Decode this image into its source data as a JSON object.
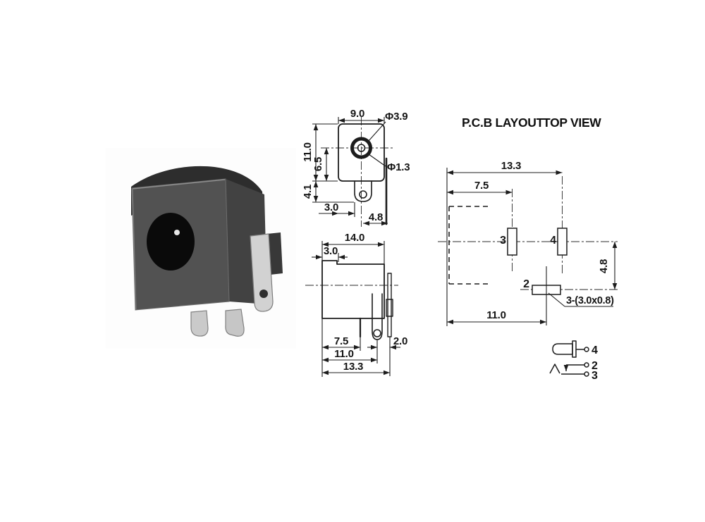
{
  "drawing": {
    "front_view": {
      "width": "9.0",
      "barrel_dia": "Φ3.9",
      "height": "11.0",
      "center_height": "6.5",
      "pin_length": "4.1",
      "pin_dia": "Φ1.3",
      "pin_offset": "3.0",
      "flange_offset": "4.8"
    },
    "side_view": {
      "depth": "14.0",
      "flange_depth": "3.0",
      "pin1_offset": "7.5",
      "pin_gap": "2.0",
      "pin2_offset": "11.0",
      "pin3_offset": "13.3"
    },
    "pcb_layout": {
      "title": "P.C.B LAYOUT",
      "subtitle": "TOP VIEW",
      "pad4_span": "13.3",
      "pad3_span": "7.5",
      "pad2_drop": "4.8",
      "pad2_span": "11.0",
      "pad_note": "3-(3.0x0.8)",
      "pad2_label": "2",
      "pad3_label": "3",
      "pad4_label": "4"
    },
    "schematic": {
      "pin4": "4",
      "pin2": "2",
      "pin3": "3"
    }
  }
}
